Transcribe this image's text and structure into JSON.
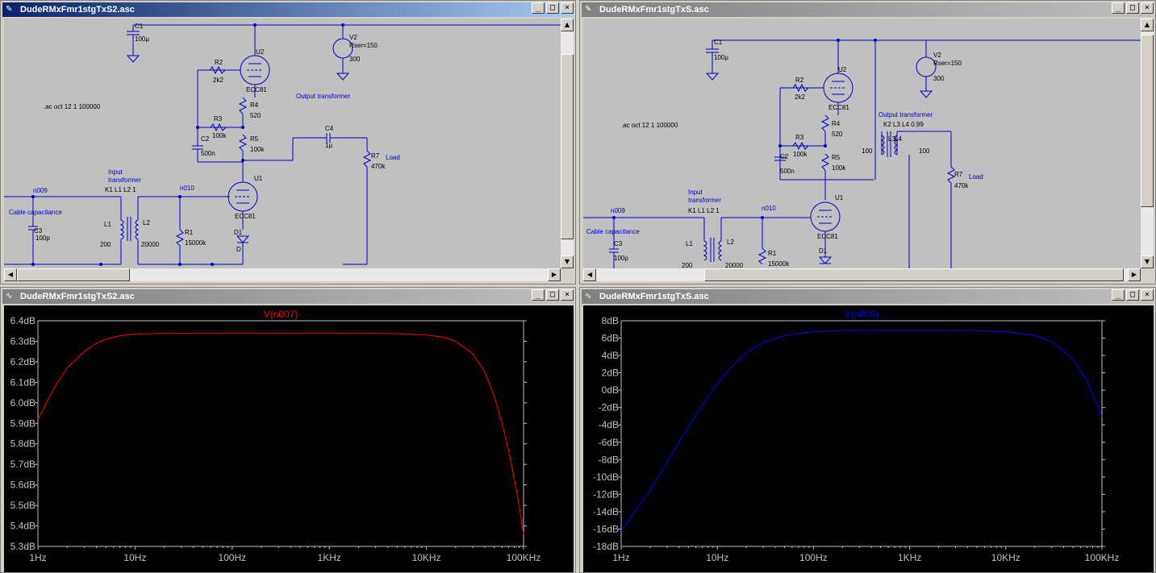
{
  "windows": {
    "sch_left": {
      "title": "DudeRMxFmr1stgTxS2.asc"
    },
    "sch_right": {
      "title": "DudeRMxFmr1stgTxS.asc"
    },
    "plot_left": {
      "title": "DudeRMxFmr1stgTxS2.asc"
    },
    "plot_right": {
      "title": "DudeRMxFmr1stgTxS.asc"
    }
  },
  "window_buttons": {
    "minimize": "_",
    "maximize": "□",
    "close": "×"
  },
  "schematic_left": {
    "directive": ".ac oct 12 1 100000",
    "labels": {
      "c1": "C1",
      "c1_val": "100µ",
      "v2": "V2",
      "v2_rser": "Rser=150",
      "v2_val": "300",
      "u2": "U2",
      "u2_model": "ECC81",
      "r2": "R2",
      "r2_val": "2k2",
      "r4": "R4",
      "r4_val": "520",
      "r3": "R3",
      "r3_val": "100k",
      "c2": "C2",
      "c2_val": "500n",
      "r5": "R5",
      "r5_val": "100k",
      "c4": "C4",
      "c4_val": "1µ",
      "r7": "R7",
      "r7_val": "470k",
      "load": "Load",
      "output_transformer": "Output transformer",
      "input_transformer_1": "Input",
      "input_transformer_2": "transformer",
      "k": "K1 L1 L2 1",
      "n009": "n009",
      "n010": "n010",
      "cable": "Cable capacitance",
      "c3": "C3",
      "c3_val": "100p",
      "l1": "L1",
      "l1_val": "200",
      "l2": "L2",
      "l2_val": "20000",
      "r1": "R1",
      "r1_val": "15000k",
      "u1": "U1",
      "u1_model": "ECC81",
      "d1": "D1",
      "d1_val": "D"
    }
  },
  "schematic_right": {
    "directive": ".ac oct 12 1 100000",
    "labels": {
      "c1": "C1",
      "c1_val": "100µ",
      "v2": "V2",
      "v2_rser": "Rser=150",
      "v2_val": "300",
      "u2": "U2",
      "u2_model": "ECC81",
      "r2": "R2",
      "r2_val": "2k2",
      "r4": "R4",
      "r4_val": "520",
      "r3": "R3",
      "r3_val": "100k",
      "c2": "C2",
      "c2_val": "500n",
      "r5": "R5",
      "r5_val": "100k",
      "output_transformer": "Output transformer",
      "k2": "K2 L3 L4 0.99",
      "l3": "L3",
      "l4": "L4",
      "l3_val": "100",
      "l4_val": "100",
      "r7": "R7",
      "r7_val": "470k",
      "load": "Load",
      "input_transformer_1": "Input",
      "input_transformer_2": "transformer",
      "k": "K1 L1 L2 1",
      "n009": "n009",
      "n010": "n010",
      "cable": "Cable capacitance",
      "c3": "C3",
      "c3_val": "100p",
      "l1": "L1",
      "l1_val": "200",
      "l2": "L2",
      "l2_val": "20000",
      "r1": "R1",
      "r1_val": "15000k",
      "u1": "U1",
      "u1_model": "ECC81",
      "d1": "D1"
    }
  },
  "colors": {
    "trace_left": "#ff0000",
    "trace_right": "#0000ff",
    "plot_bg": "#000000",
    "plot_fg": "#c0c0c0",
    "wire": "#0000c0"
  },
  "chart_data": [
    {
      "type": "line",
      "title": "V(n007)",
      "xscale": "log",
      "xlim": [
        1,
        100000
      ],
      "x_ticks": [
        "1Hz",
        "10Hz",
        "100Hz",
        "1KHz",
        "10KHz",
        "100KHz"
      ],
      "ylim": [
        5.3,
        6.4
      ],
      "y_ticks": [
        "6.4dB",
        "6.3dB",
        "6.2dB",
        "6.1dB",
        "6.0dB",
        "5.9dB",
        "5.8dB",
        "5.7dB",
        "5.6dB",
        "5.5dB",
        "5.4dB",
        "5.3dB"
      ],
      "color": "#ff0000",
      "series": [
        {
          "name": "V(n007)",
          "x": [
            1,
            1.5,
            2,
            3,
            4,
            5,
            7,
            10,
            20,
            100,
            1000,
            5000,
            10000,
            15000,
            20000,
            30000,
            40000,
            50000,
            60000,
            70000,
            85000,
            100000
          ],
          "y": [
            5.92,
            6.08,
            6.17,
            6.25,
            6.29,
            6.31,
            6.327,
            6.335,
            6.338,
            6.34,
            6.34,
            6.337,
            6.33,
            6.32,
            6.3,
            6.24,
            6.15,
            6.03,
            5.9,
            5.77,
            5.57,
            5.36
          ]
        }
      ]
    },
    {
      "type": "line",
      "title": "V(n005)",
      "xscale": "log",
      "xlim": [
        1,
        100000
      ],
      "x_ticks": [
        "1Hz",
        "10Hz",
        "100Hz",
        "1KHz",
        "10KHz",
        "100KHz"
      ],
      "ylim": [
        -18,
        8
      ],
      "y_ticks": [
        "8dB",
        "6dB",
        "4dB",
        "2dB",
        "0dB",
        "-2dB",
        "-4dB",
        "-6dB",
        "-8dB",
        "-10dB",
        "-12dB",
        "-14dB",
        "-16dB",
        "-18dB"
      ],
      "color": "#0000ff",
      "series": [
        {
          "name": "V(n005)",
          "x": [
            1,
            2,
            3,
            5,
            7,
            10,
            15,
            20,
            30,
            50,
            100,
            200,
            1000,
            5000,
            10000,
            20000,
            30000,
            50000,
            70000,
            100000
          ],
          "y": [
            -16.2,
            -11.5,
            -8.3,
            -4.2,
            -1.7,
            0.8,
            3.0,
            4.3,
            5.5,
            6.3,
            6.75,
            6.85,
            6.9,
            6.85,
            6.75,
            6.3,
            5.6,
            3.6,
            1.0,
            -3.0
          ]
        }
      ]
    }
  ]
}
